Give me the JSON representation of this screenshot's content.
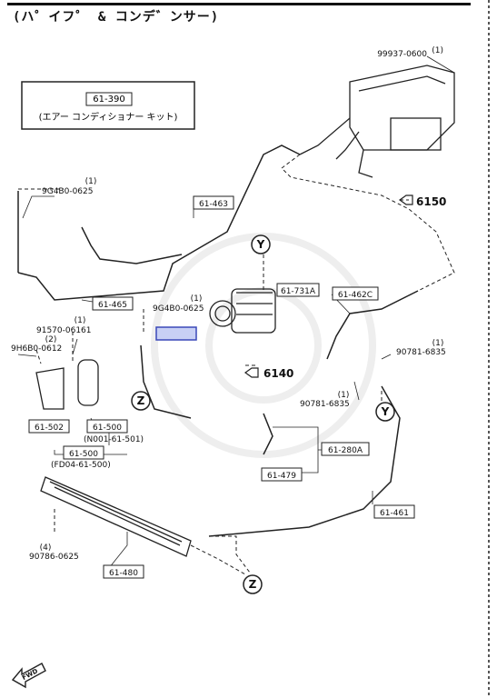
{
  "header": {
    "title": "(ハ゜イフ゜ & コンデ゛ンサー)"
  },
  "kit": {
    "code": "61-390",
    "caption": "(エアー コンディショナー キット)"
  },
  "labels": {
    "q1": "(1)",
    "p99937": "99937-0600",
    "q2": "(1)",
    "p9g4b0a": "9G4B0-0625",
    "c61_463": "61-463",
    "c6150": "6150",
    "c61_465": "61-465",
    "q3": "(1)",
    "p9g4b0b": "9G4B0-0625",
    "c61_731a": "61-731A",
    "c61_462c": "61-462C",
    "q4": "(1)",
    "p91570": "91570-06161",
    "q5": "(2)",
    "p9h6b0": "9H6B0-0612",
    "q6": "(1)",
    "p90781a": "90781-6835",
    "c6140": "6140",
    "q7": "(1)",
    "p90781b": "90781-6835",
    "c61_502": "61-502",
    "c61_500a": "61-500",
    "n001": "(N001-61-501)",
    "c61_500b": "61-500",
    "fd04": "(FD04-61-500)",
    "c61_280a": "61-280A",
    "c61_479": "61-479",
    "c61_461": "61-461",
    "q8": "(4)",
    "p90786": "90786-0625",
    "c61_480": "61-480",
    "y": "Y",
    "z": "Z",
    "fwd": "FWD"
  }
}
